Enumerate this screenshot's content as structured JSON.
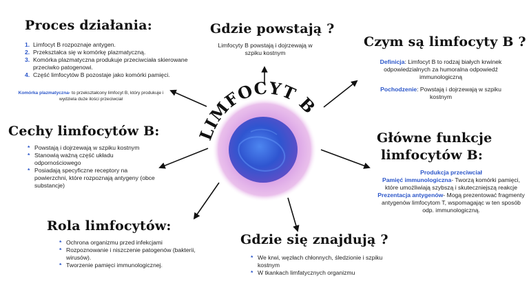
{
  "center": {
    "title": "LIMFOCYT B"
  },
  "proces": {
    "title": "Proces działania:",
    "items": [
      "Limfocyt B rozpoznaje antygen.",
      "Przekształca się w komórkę plazmatyczną.",
      "Komórka plazmatyczna produkuje przeciwciała skierowane przeciwko patogenowi.",
      "Część limfocytów B pozostaje jako komórki pamięci."
    ],
    "numbers": [
      "1.",
      "2.",
      "3.",
      "4."
    ],
    "note_term": "Komórka plazmatyczna-",
    "note_text": " to przekształcony limfocyt B, który produkuje i wydziela duże ilości przeciwciał"
  },
  "gdzie_powstaja": {
    "title": "Gdzie powstają ?",
    "text": "Limfocyty B powstają i dojrzewają w szpiku kostnym"
  },
  "czym_sa": {
    "title": "Czym są limfocyty B ?",
    "def_term": "Definicja",
    "def_text": ": Limfocyt B to rodzaj białych krwinek odpowiedzialnych za humoralna odpowiedź immunologiczną",
    "orig_term": "Pochodzenie",
    "orig_text": ": Powstają i dojrzewają w szpiku kostnym"
  },
  "cechy": {
    "title": "Cechy limfocytów B:",
    "items": [
      "Powstają i dojrzewają w szpiku kostnym",
      "Stanowią ważną część układu odpornościowego",
      "Posiadają specyficzne receptory na powierzchni, które rozpoznają antygeny (obce substancje)"
    ]
  },
  "funkcje": {
    "title_line1": "Główne funkcje",
    "title_line2": "limfocytów B:",
    "f1_term": "Produkcja przeciwciał",
    "f2_term": "Pamięć immunologiczna",
    "f2_text": "- Tworzą komórki pamięci, które umożliwiają szybszą i skuteczniejszą reakcje",
    "f3_term": "Prezentacja antygenów",
    "f3_text": "- Mogą prezentować fragmenty antygenów limfocytom T, wspomagając w ten sposób odp. immunologiczną."
  },
  "rola": {
    "title": "Rola limfocytów:",
    "items": [
      "Ochrona organizmu przed infekcjami",
      "Rozpoznowanie i niszczenie patogenów (bakterii, wirusów).",
      "Tworzenie pamięci immunologicznej."
    ]
  },
  "gdzie_znajduja": {
    "title": "Gdzie się znajdują ?",
    "items": [
      "We krwi, węzłach chłonnych, śledzionie i szpiku kostnym",
      "W tkankach limfatycznych organizmu"
    ]
  },
  "colors": {
    "accent": "#2b56c9",
    "cell_outer": "#e3a0dc",
    "cell_core": "#3d5fd6"
  }
}
